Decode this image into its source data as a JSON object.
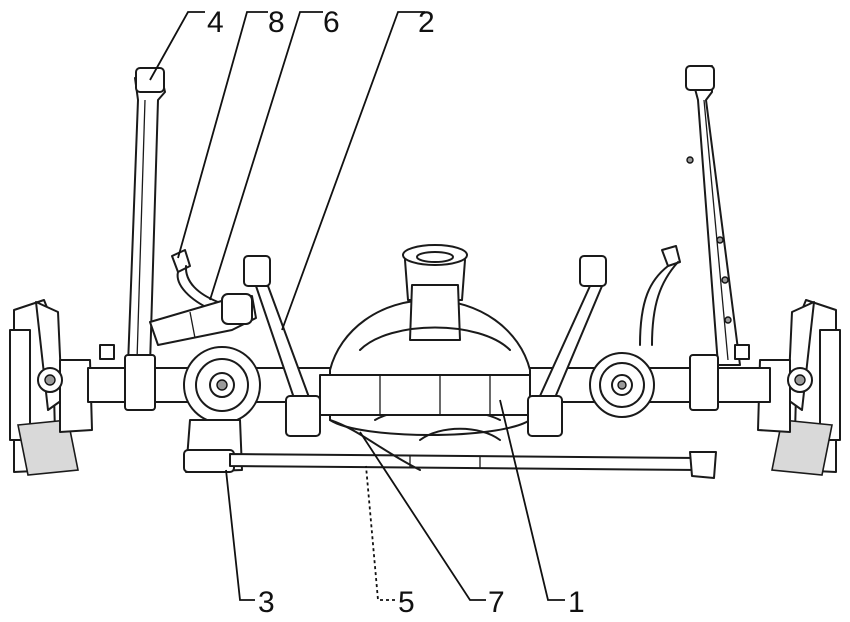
{
  "callouts": {
    "top": [
      "4",
      "8",
      "6",
      "2"
    ],
    "bottom": [
      "3",
      "5",
      "7",
      "1"
    ]
  },
  "colors": {
    "line": "#1a1a1a",
    "background": "#ffffff",
    "shade": "#d9d9d9"
  }
}
